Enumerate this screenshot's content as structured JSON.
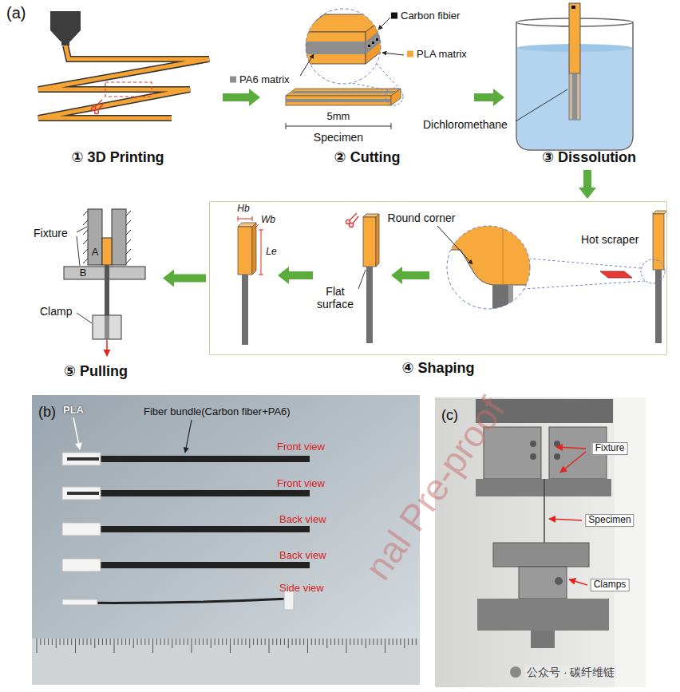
{
  "diagram": {
    "nodes": [
      {
        "text": [
          "① 3D Printing"
        ]
      },
      {
        "text": [
          "② Cutting"
        ]
      },
      {
        "text": [
          "③ Dissolution"
        ]
      },
      {
        "text": [
          "④ Shaping"
        ]
      },
      {
        "text": [
          "⑤ Pulling"
        ]
      }
    ],
    "edges": [
      {
        "from": 0,
        "to": 1,
        "arrow": "to"
      },
      {
        "from": 1,
        "to": 2,
        "arrow": "to"
      },
      {
        "from": 2,
        "to": 3,
        "arrow": "to"
      },
      {
        "from": 3,
        "to": 4,
        "arrow": "to"
      }
    ],
    "labels": [
      "(a)",
      "Dichloromethane",
      "5mm",
      "Specimen",
      "Round corner",
      "Hot scraper",
      "Flat surface",
      "Hb",
      "Wb",
      "Le",
      "A",
      "B",
      "Fixture",
      "Clamp",
      "(b)",
      "PLA",
      "Fiber bundle(Carbon fiber+PA6)",
      "Front view",
      "Front view",
      "Back view",
      "Back view",
      "Side view",
      "(c)",
      "Fixture",
      "Specimen",
      "Clamps",
      "nal Pre-proof",
      "公众号 · 碳纤维链"
    ],
    "legend": [
      {
        "text": "Carbon fibier",
        "color": "#111111"
      },
      {
        "text": "PLA matrix",
        "color": "#f7a93b"
      },
      {
        "text": "PA6 matrix",
        "color": "#8e8e8e"
      }
    ]
  }
}
